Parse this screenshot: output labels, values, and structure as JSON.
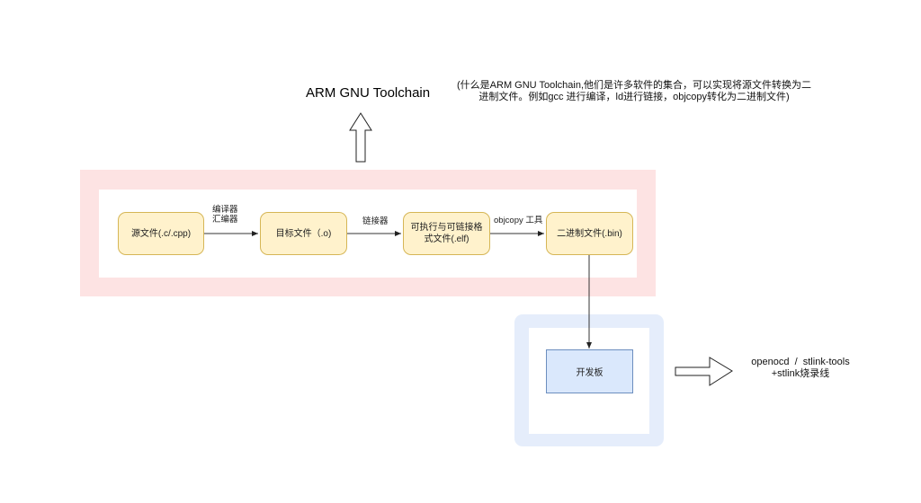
{
  "title": "ARM GNU Toolchain",
  "note": "(什么是ARM GNU Toolchain,他们是许多软件的集合，可以实现将源文件转换为二进制文件。例如gcc 进行编译，ld进行链接，objcopy转化为二进制文件)",
  "nodes": [
    {
      "label": "源文件(.c/.cpp)"
    },
    {
      "label": "目标文件（.o)"
    },
    {
      "label": "可执行与可链接格式文件(.elf)"
    },
    {
      "label": "二进制文件(.bin)"
    }
  ],
  "edges": [
    {
      "label_line1": "编译器",
      "label_line2": "汇编器"
    },
    {
      "label_line1": "链接器"
    },
    {
      "label_line1": "objcopy 工具"
    }
  ],
  "board": {
    "label": "开发板"
  },
  "tools": {
    "line1": "openocd  /  stlink-tools",
    "line2": "+stlink烧录线"
  },
  "colors": {
    "pink_frame": "#fde3e3",
    "blue_frame": "#e5edfb",
    "node_fill": "#fff2cc",
    "node_stroke": "#d6b656",
    "board_fill": "#dae8fc",
    "board_stroke": "#6c8ebf"
  }
}
